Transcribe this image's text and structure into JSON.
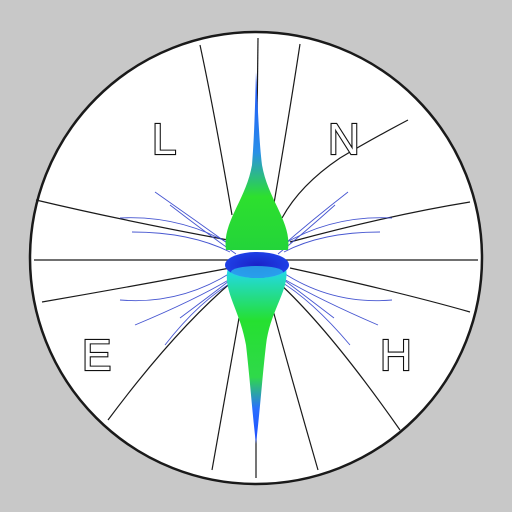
{
  "letters": {
    "top_left": "L",
    "top_right": "N",
    "bottom_left": "E",
    "bottom_right": "H"
  },
  "colors": {
    "background": "#c8c8c8",
    "disc": "#ffffff",
    "ring": "#1a1a1a",
    "lines": "#1a1a1a",
    "spindle_blue": "#1e5bff",
    "spindle_green": "#22dd33",
    "spindle_cyan": "#2ec8f0",
    "fibers": "#3344cc"
  }
}
